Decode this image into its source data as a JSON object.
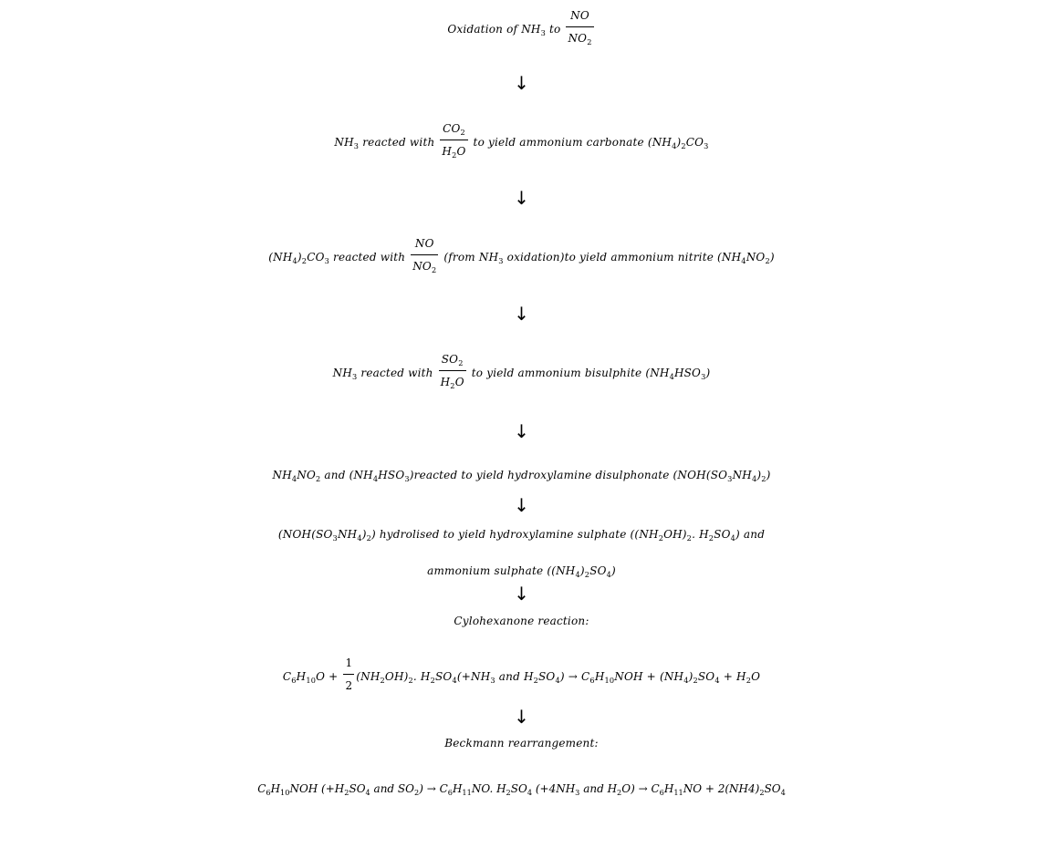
{
  "steps": {
    "s1": {
      "text": "Oxidation of NH",
      "sub": "3",
      "to": " to "
    },
    "s2": {
      "a": "NH",
      "a_sub": "3",
      "b": " reacted with ",
      "c": " to yield ammonium carbonate (NH",
      "c_sub": "4",
      "d": ")",
      "d_sub": "2",
      "e": "CO",
      "e_sub": "3"
    },
    "s3": {
      "a": "(NH",
      "a_sub": "4",
      "b": ")",
      "b_sub": "2",
      "c": "CO",
      "c_sub": "3",
      "d": " reacted with ",
      "e": " (from NH",
      "e_sub": "3",
      "f": " oxidation)to yield ammonium nitrite (NH",
      "f_sub": "4",
      "g": "NO",
      "g_sub": "2",
      "h": ")"
    },
    "s4": {
      "a": "NH",
      "a_sub": "3",
      "b": " reacted with ",
      "c": " to yield ammonium bisulphite (NH",
      "c_sub": "4",
      "d": "HSO",
      "d_sub": "3",
      "e": ")"
    },
    "s5": {
      "a": "NH",
      "a_sub": "4",
      "b": "NO",
      "b_sub": "2",
      "c": " and (NH",
      "c_sub": "4",
      "d": "HSO",
      "d_sub": "3",
      "e": ")reacted to yield hydroxylamine disulphonate (NOH(SO",
      "e_sub": "3",
      "f": "NH",
      "f_sub": "4",
      "g": ")",
      "g_sub": "2",
      "h": ")"
    },
    "s6a": {
      "a": "(NOH(SO",
      "a_sub": "3",
      "b": "NH",
      "b_sub": "4",
      "c": ")",
      "c_sub": "2",
      "d": ") hydrolised to yield hydroxylamine sulphate ((NH",
      "d_sub": "2",
      "e": "OH)",
      "e_sub": "2",
      "f": ". H",
      "f_sub": "2",
      "g": "SO",
      "g_sub": "4",
      "h": ") and"
    },
    "s6b": {
      "a": "ammonium sulphate ((NH",
      "a_sub": "4",
      "b": ")",
      "b_sub": "2",
      "c": "SO",
      "c_sub": "4",
      "d": ")"
    },
    "s7": {
      "label": "Cylohexanone reaction:"
    },
    "s8": {
      "a": "C",
      "a_sub": "6",
      "b": "H",
      "b_sub": "10",
      "c": "O  + ",
      "d": "(NH",
      "d_sub": "2",
      "e": "OH)",
      "e_sub": "2",
      "f": ". H",
      "f_sub": "2",
      "g": "SO",
      "g_sub": "4",
      "h": "(+NH",
      "h_sub": "3",
      "i": " and H",
      "i_sub": "2",
      "j": "SO",
      "j_sub": "4",
      "k": ") → C",
      "k_sub": "6",
      "l": "H",
      "l_sub": "10",
      "m": "NOH  + (NH",
      "m_sub": "4",
      "n": ")",
      "n_sub": "2",
      "o": "SO",
      "o_sub": "4",
      "p": "  + H",
      "p_sub": "2",
      "q": "O"
    },
    "s9": {
      "label": "Beckmann rearrangement:"
    },
    "s10": {
      "a": "C",
      "a_sub": "6",
      "b": "H",
      "b_sub": "10",
      "c": "NOH  (+H",
      "c_sub": "2",
      "d": "SO",
      "d_sub": "4",
      "e": " and SO",
      "e_sub": "2",
      "f": ") → C",
      "f_sub": "6",
      "g": "H",
      "g_sub": "11",
      "h": "NO. H",
      "h_sub": "2",
      "i": "SO",
      "i_sub": "4",
      "j": " (+4NH",
      "j_sub": "3",
      "k": " and H",
      "k_sub": "2",
      "l": "O) → C",
      "l_sub": "6",
      "m": "H",
      "m_sub": "11",
      "n": "NO  + 2(NH4)",
      "n_sub": "2",
      "o": "SO",
      "o_sub": "4"
    }
  },
  "fractions": {
    "no_no2": {
      "num": "NO",
      "den_a": "NO",
      "den_sub": "2"
    },
    "co2_h2o": {
      "num_a": "CO",
      "num_sub": "2",
      "den_a": "H",
      "den_sub": "2",
      "den_b": "O"
    },
    "so2_h2o": {
      "num_a": "SO",
      "num_sub": "2",
      "den_a": "H",
      "den_sub": "2",
      "den_b": "O"
    },
    "half": {
      "num": "1",
      "den": "2"
    }
  },
  "arrow_glyph": "↓"
}
